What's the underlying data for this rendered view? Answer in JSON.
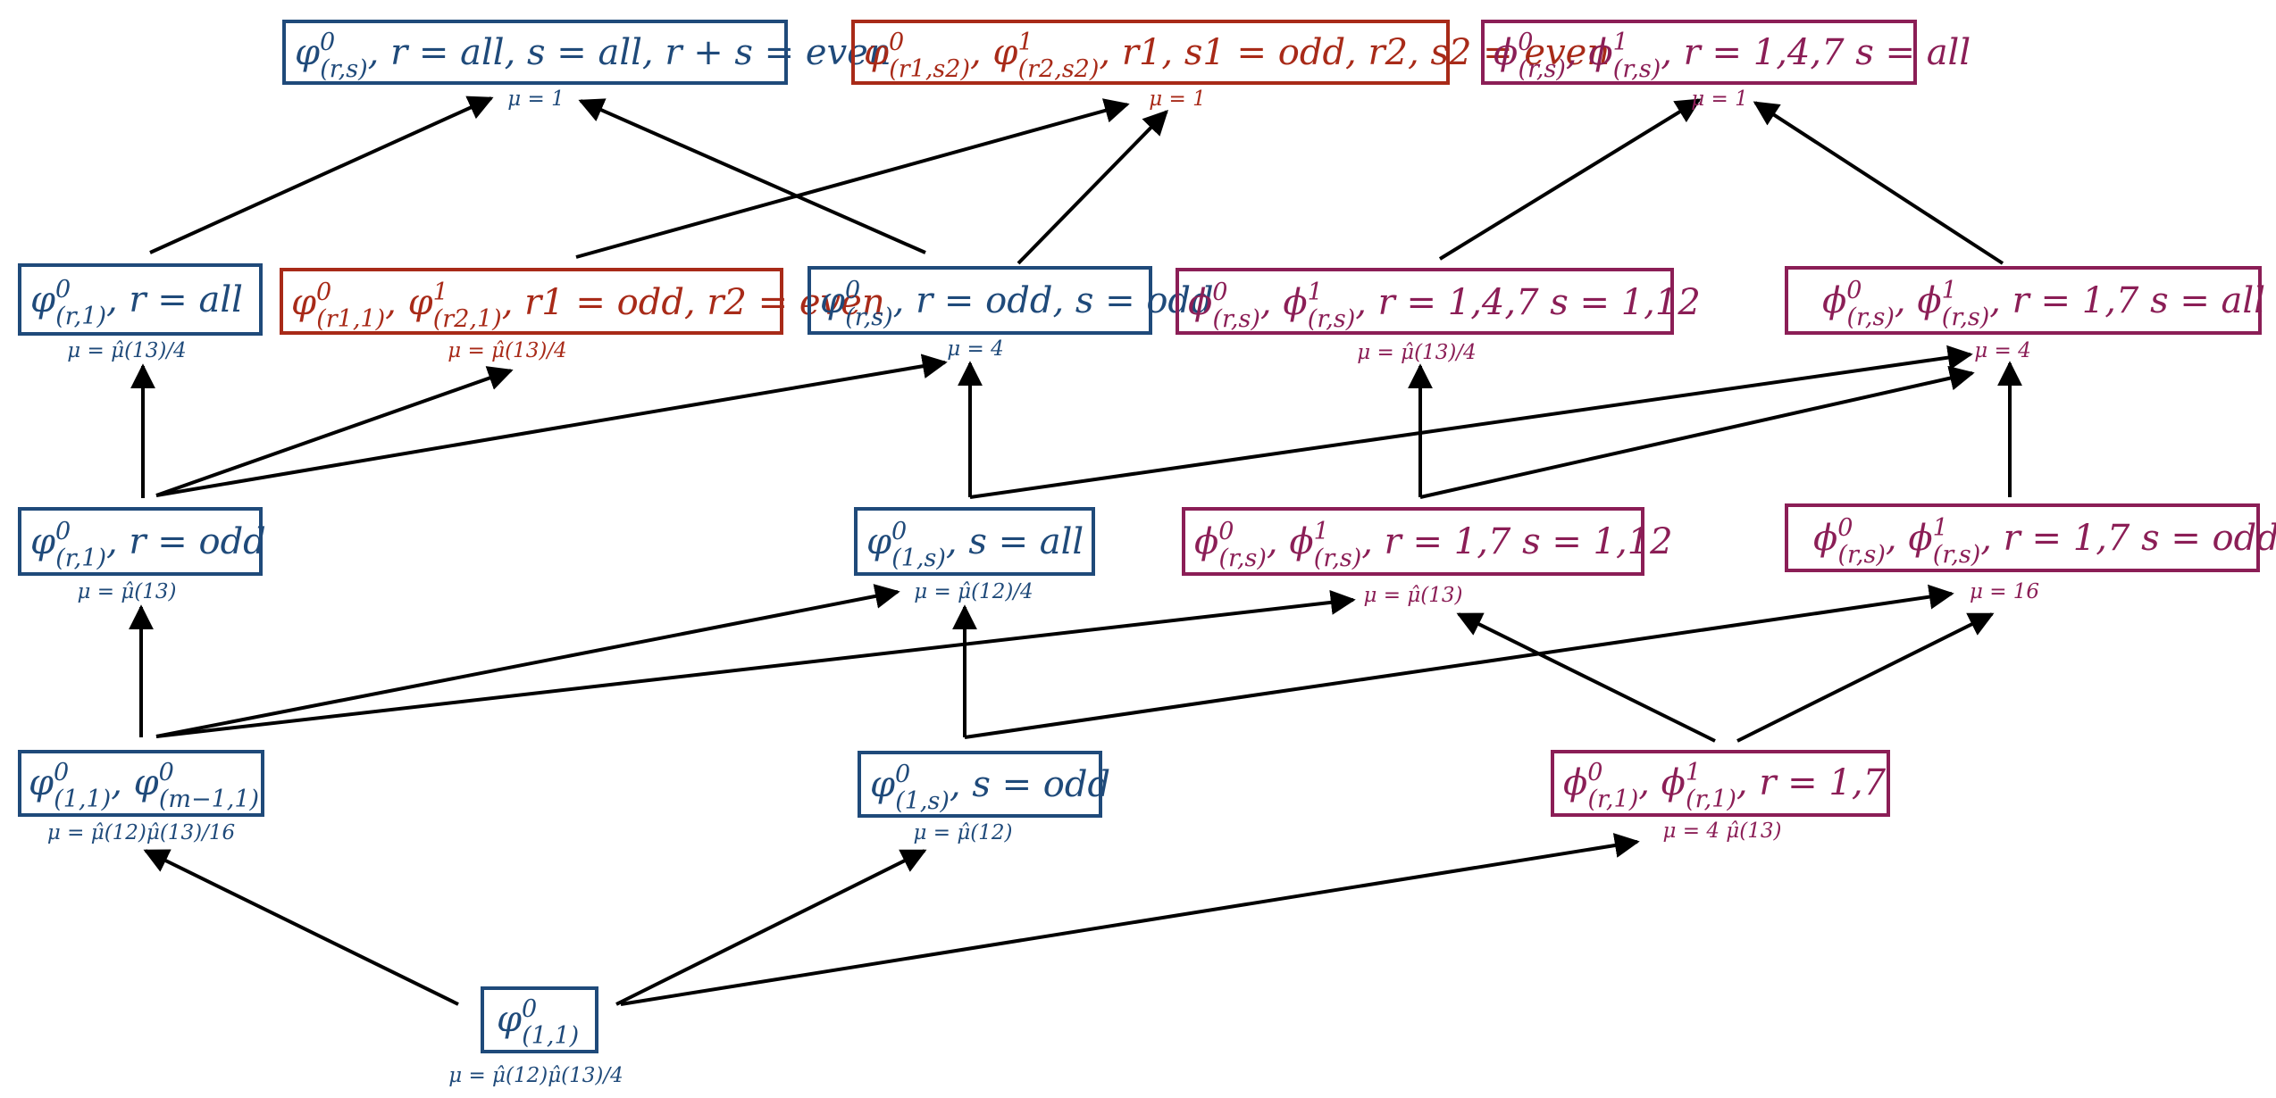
{
  "colors": {
    "blue": "#1F4A7A",
    "red": "#A82A18",
    "purple": "#8B1E56",
    "arrow": "#000000"
  },
  "nodes": {
    "top_blue": {
      "greek": "φ",
      "sup": "0",
      "sub": "(r,s)",
      "cond": ", r = all, s = all, r + s = even",
      "mu": "μ = 1"
    },
    "top_red": {
      "greek": "φ",
      "sup": "0",
      "sub": "(r1,s2)",
      "greek2": "φ",
      "sup2": "1",
      "sub2": "(r2,s2)",
      "cond": ", r1, s1 = odd, r2, s2 = even",
      "mu": "μ = 1"
    },
    "top_purple": {
      "greek": "ϕ",
      "sup": "0",
      "sub": "(r,s)",
      "greek2": "ϕ",
      "sup2": "1",
      "sub2": "(r,s)",
      "cond": ", r = 1,4,7 s = all",
      "mu": "μ = 1"
    },
    "r1_all": {
      "greek": "φ",
      "sup": "0",
      "sub": "(r,1)",
      "cond": ", r = all",
      "mu": "μ = μ̂(13)/4"
    },
    "red_mid": {
      "greek": "φ",
      "sup": "0",
      "sub": "(r1,1)",
      "greek2": "φ",
      "sup2": "1",
      "sub2": "(r2,1)",
      "cond": ", r1 = odd, r2 = even",
      "mu": "μ = μ̂(13)/4"
    },
    "rs_odd": {
      "greek": "φ",
      "sup": "0",
      "sub": "(r,s)",
      "cond": ", r = odd, s = odd",
      "mu": "μ = 4"
    },
    "p_1_4_7": {
      "greek": "ϕ",
      "sup": "0",
      "sub": "(r,s)",
      "greek2": "ϕ",
      "sup2": "1",
      "sub2": "(r,s)",
      "cond": ", r = 1,4,7 s = 1,12",
      "mu": "μ = μ̂(13)/4"
    },
    "p_1_7_all": {
      "greek": "ϕ",
      "sup": "0",
      "sub": "(r,s)",
      "greek2": "ϕ",
      "sup2": "1",
      "sub2": "(r,s)",
      "cond": ", r = 1,7 s = all",
      "mu": "μ = 4"
    },
    "r1_odd": {
      "greek": "φ",
      "sup": "0",
      "sub": "(r,1)",
      "cond": ", r = odd",
      "mu": "μ = μ̂(13)"
    },
    "s_all": {
      "greek": "φ",
      "sup": "0",
      "sub": "(1,s)",
      "cond": ", s = all",
      "mu": "μ = μ̂(12)/4"
    },
    "p_1_7_112": {
      "greek": "ϕ",
      "sup": "0",
      "sub": "(r,s)",
      "greek2": "ϕ",
      "sup2": "1",
      "sub2": "(r,s)",
      "cond": ", r = 1,7 s = 1,12",
      "mu": "μ = μ̂(13)"
    },
    "p_1_7_odd": {
      "greek": "ϕ",
      "sup": "0",
      "sub": "(r,s)",
      "greek2": "ϕ",
      "sup2": "1",
      "sub2": "(r,s)",
      "cond": ", r = 1,7 s = odd",
      "mu": "μ = 16"
    },
    "m_node": {
      "greek": "φ",
      "sup": "0",
      "sub": "(1,1)",
      "greek2": "φ",
      "sup2": "0",
      "sub2": "(m−1,1)",
      "cond": "",
      "mu": "μ = μ̂(12)μ̂(13)/16"
    },
    "s_odd": {
      "greek": "φ",
      "sup": "0",
      "sub": "(1,s)",
      "cond": ", s = odd",
      "mu": "μ = μ̂(12)"
    },
    "p_r1": {
      "greek": "ϕ",
      "sup": "0",
      "sub": "(r,1)",
      "greek2": "ϕ",
      "sup2": "1",
      "sub2": "(r,1)",
      "cond": ", r = 1,7",
      "mu": "μ = 4 μ̂(13)"
    },
    "bottom": {
      "greek": "φ",
      "sup": "0",
      "sub": "(1,1)",
      "cond": "",
      "mu": "μ = μ̂(12)μ̂(13)/4"
    }
  }
}
